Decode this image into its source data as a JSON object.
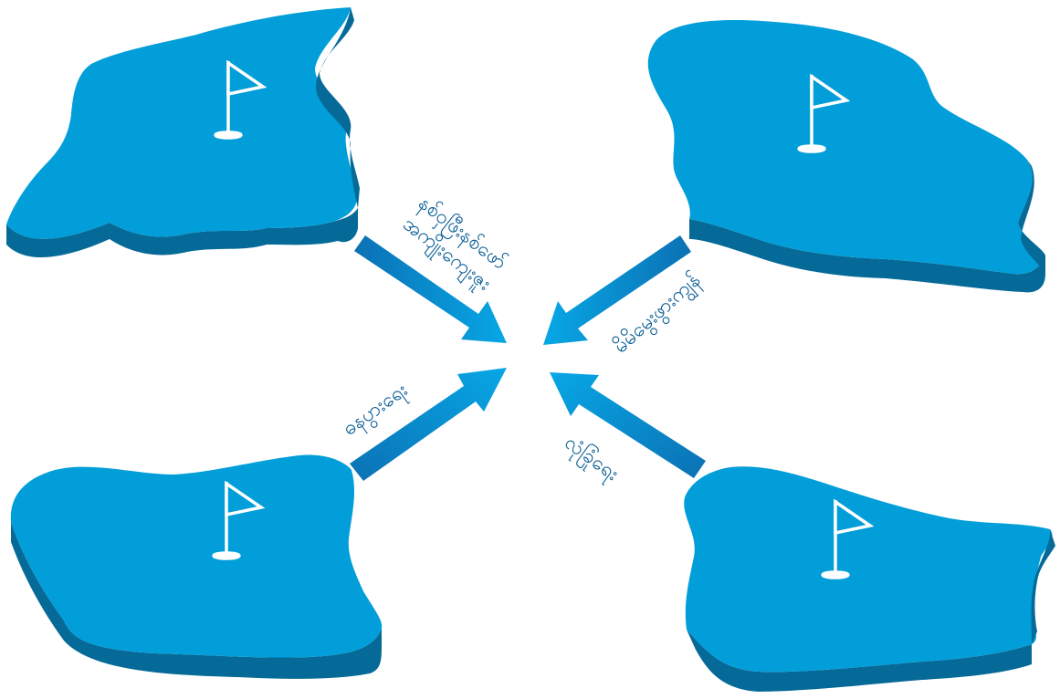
{
  "colors": {
    "island_top": "#029ed9",
    "island_side": "#066a98",
    "arrow_light": "#07a7e6",
    "arrow_dark": "#0b71b4",
    "label_text": "#0b5f95",
    "flag": "#ffffff"
  },
  "islands": [
    {
      "id": "top-left",
      "icon": "flag-icon"
    },
    {
      "id": "top-right",
      "icon": "flag-icon"
    },
    {
      "id": "bottom-left",
      "icon": "flag-icon"
    },
    {
      "id": "bottom-right",
      "icon": "flag-icon"
    }
  ],
  "labels": {
    "top_left_line1": "နစ်ဝှဖြီးနစ်ဖော်",
    "top_left_line2": "အကျိုးကျေးဇူး",
    "top_right": "မိမိမွေးဖွားကျွန်",
    "bottom_left": "ဓနပွားရေး",
    "bottom_right": "လုံခြုံရေး"
  }
}
